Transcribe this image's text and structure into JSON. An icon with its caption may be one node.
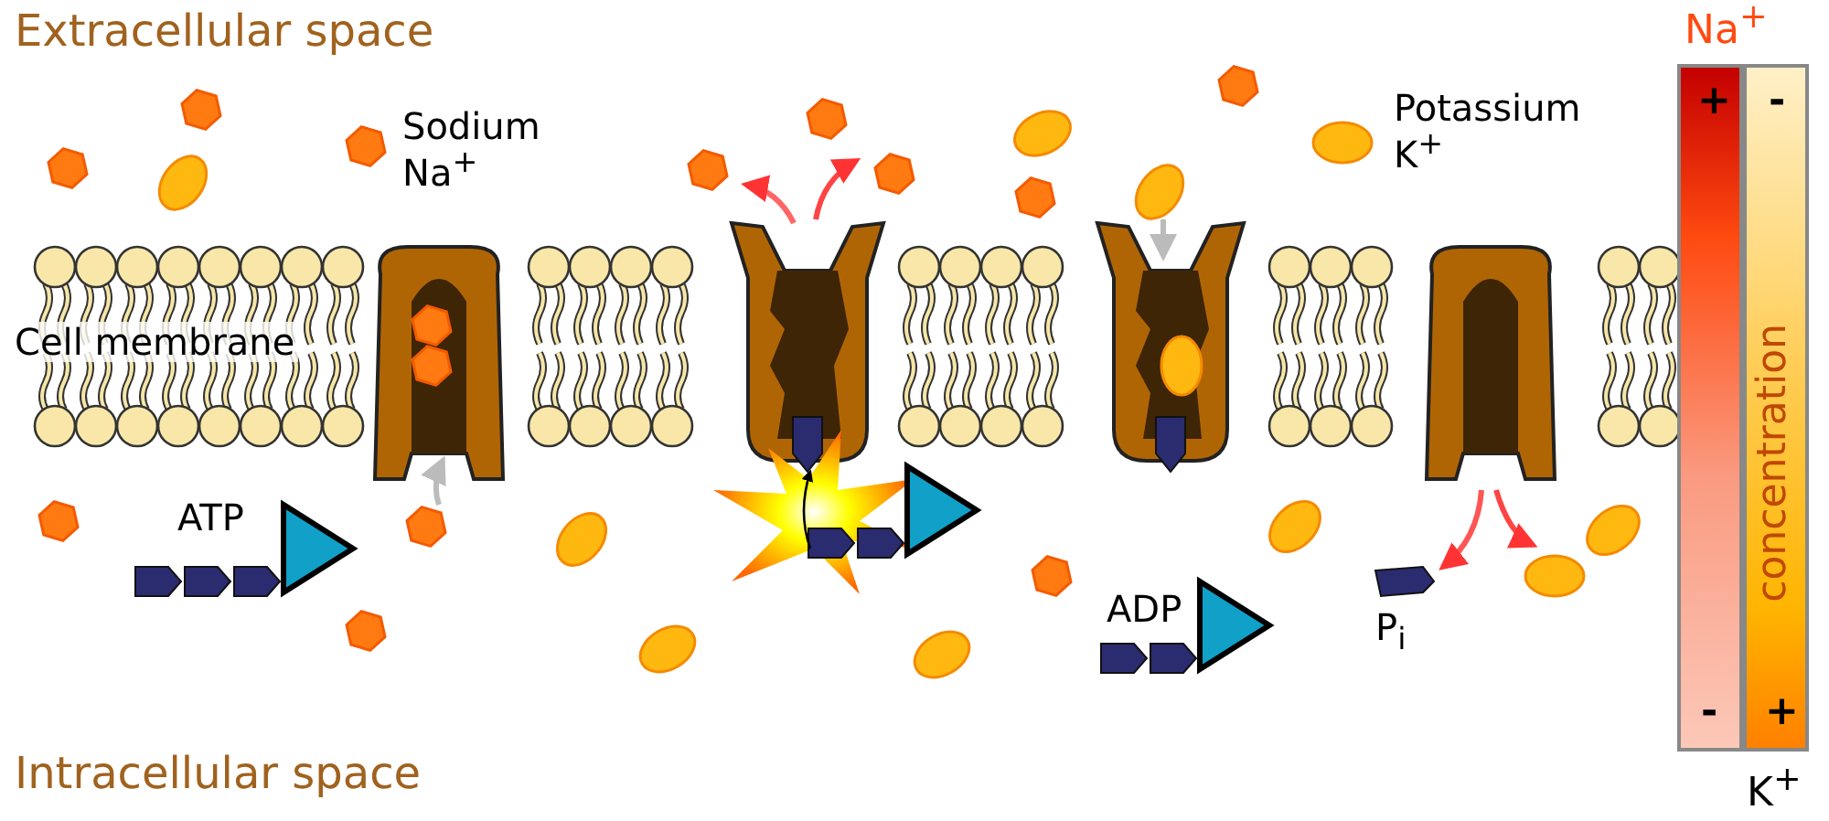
{
  "diagram": {
    "nodes": [
      {
        "text": [
          "Na$^{+}$",
          "+",
          "-"
        ]
      },
      {
        "text": [
          "-",
          "concentration",
          "+",
          "K$^{+}$"
        ]
      }
    ],
    "labels": [
      "Extracellular space",
      "Sodium Na$^{+}$",
      "Potassium K$^{+}$",
      "Cell membrane",
      "ATP",
      "ADP",
      "P$_{i}$",
      "Intracellular space"
    ]
  }
}
